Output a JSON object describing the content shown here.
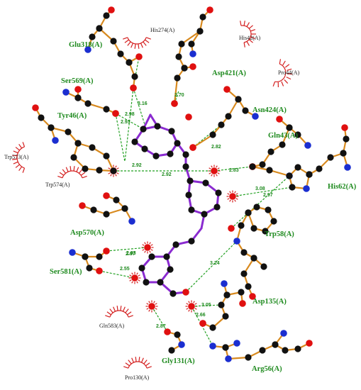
{
  "diagram": {
    "green_residues": [
      "Glu318(A)",
      "Ser569(A)",
      "Tyr46(A)",
      "Asp421(A)",
      "Asn424(A)",
      "Gln43(A)",
      "His62(A)",
      "Asp570(A)",
      "Trp58(A)",
      "Ser581(A)",
      "Asp135(A)",
      "Gly131(A)",
      "Arg56(A)"
    ],
    "hydrophobic_residues": [
      "His274(A)",
      "His42(A)",
      "Pro44(A)",
      "Trp573(A)",
      "Trp574(A)",
      "Gln583(A)",
      "Pro130(A)"
    ],
    "hbond_distances": [
      "2.70",
      "3.16",
      "2.98",
      "2.93",
      "2.82",
      "2.92",
      "2.83",
      "2.97",
      "3.08",
      "2.97",
      "2.93",
      "2.55",
      "3.24",
      "3.05",
      "2.66",
      "2.87",
      "2.92"
    ],
    "colors": {
      "ligand_bond": "#8a2bd0",
      "residue_bond": "#d88a1f",
      "hbond": "#22a022",
      "hydrophobic_arc": "#d42020",
      "carbon": "#111111",
      "oxygen": "#e01010",
      "nitrogen": "#1b2ed0"
    }
  }
}
